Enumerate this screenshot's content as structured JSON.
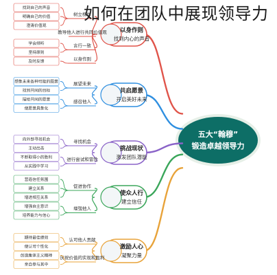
{
  "page_title": "如何在团队中展现领导力",
  "center": {
    "line1": "五大“翰穆”",
    "line2": "锻造卓越领导力",
    "fill": "#0d6e66",
    "text_color": "#ffffff"
  },
  "branches": [
    {
      "title1": "以身作则",
      "title2": "找到内心的声音",
      "color": "#e0544a",
      "subs": [
        {
          "label": "树立榜样",
          "leaves": [
            "找到自己的声音",
            "明确自己的价值",
            "澄清价值观"
          ]
        },
        {
          "label": "教导他人进行共同价值观",
          "leaves": []
        },
        {
          "label": "言行一致",
          "leaves": [
            "学会倾听",
            "坚持原则"
          ]
        },
        {
          "label": "以身作则",
          "leaves": [
            "及时反馈"
          ]
        }
      ]
    },
    {
      "title1": "共启愿景",
      "title2": "开启美好未来",
      "color": "#2f8fe0",
      "subs": [
        {
          "label": "展望未来",
          "leaves": [
            "想象未来各种可能的图景",
            "找到共同的目标"
          ]
        },
        {
          "label": "感召他人",
          "leaves": [
            "描绘共同的愿景",
            "使愿景具象化"
          ]
        }
      ]
    },
    {
      "title1": "挑战现状",
      "title2": "激发团队潜能",
      "color": "#8a63c8",
      "subs": [
        {
          "label": "寻找机会",
          "leaves": [
            "向外部寻找机会",
            "主动出击"
          ]
        },
        {
          "label": "进行尝试和冒险",
          "leaves": [
            "不断取得小的胜利",
            "从实践中学习"
          ]
        }
      ]
    },
    {
      "title1": "使众人行",
      "title2": "建立信任",
      "color": "#3aa65a",
      "subs": [
        {
          "label": "促进协作",
          "leaves": [
            "营造信任氛围",
            "建立关系",
            "增进相互关系"
          ]
        },
        {
          "label": "增强他人",
          "leaves": [
            "增强自主意识",
            "培养能力与信心"
          ]
        }
      ]
    },
    {
      "title1": "激励人心",
      "title2": "凝聚力量",
      "color": "#e8a33a",
      "subs": [
        {
          "label": "认可他人贡献",
          "leaves": [
            "期待最佳绩效",
            "使认可个性化"
          ]
        },
        {
          "label": "庆祝价值的实现和胜利",
          "leaves": [
            "创造集体主义精神",
            "亲自参与其中"
          ]
        }
      ]
    }
  ]
}
